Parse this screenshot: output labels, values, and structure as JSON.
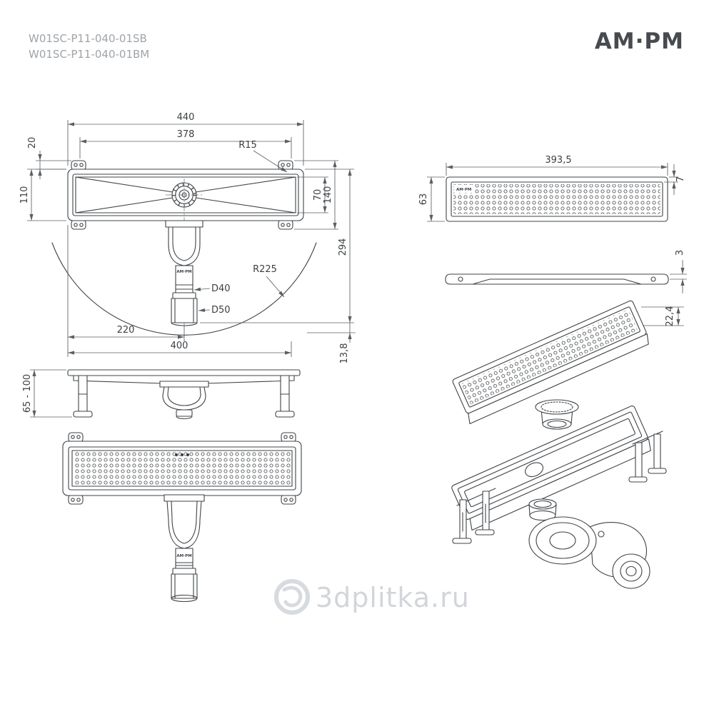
{
  "header": {
    "product_codes": [
      "W01SC-P11-040-01SB",
      "W01SC-P11-040-01BM"
    ],
    "brand": "AM·PM"
  },
  "watermark": {
    "text": "3dplitka.ru"
  },
  "colors": {
    "line": "#3f4347",
    "dim_text": "#3c4043",
    "muted_text": "#9fa4a9",
    "watermark": "#b7bec5"
  },
  "views": {
    "plan": {
      "dims": {
        "total_width": "440",
        "hole_span": "378",
        "corner_radius": "R15",
        "edge_offset": "20",
        "body_height": "110",
        "opening_height": "70",
        "tab_span": "140",
        "total_depth": "294",
        "swivel_radius": "R225",
        "outlet_d40": "D40",
        "outlet_d50": "D50",
        "drain_offset": "220",
        "base_length": "400",
        "offset_13_8": "13,8"
      }
    },
    "grate_top": {
      "dims": {
        "length": "393,5",
        "width": "63",
        "frame": "7"
      }
    },
    "grate_profile": {
      "dims": {
        "thickness": "3",
        "height": "22,4"
      }
    },
    "side": {
      "dims": {
        "adjust_height": "65 - 100"
      }
    }
  }
}
